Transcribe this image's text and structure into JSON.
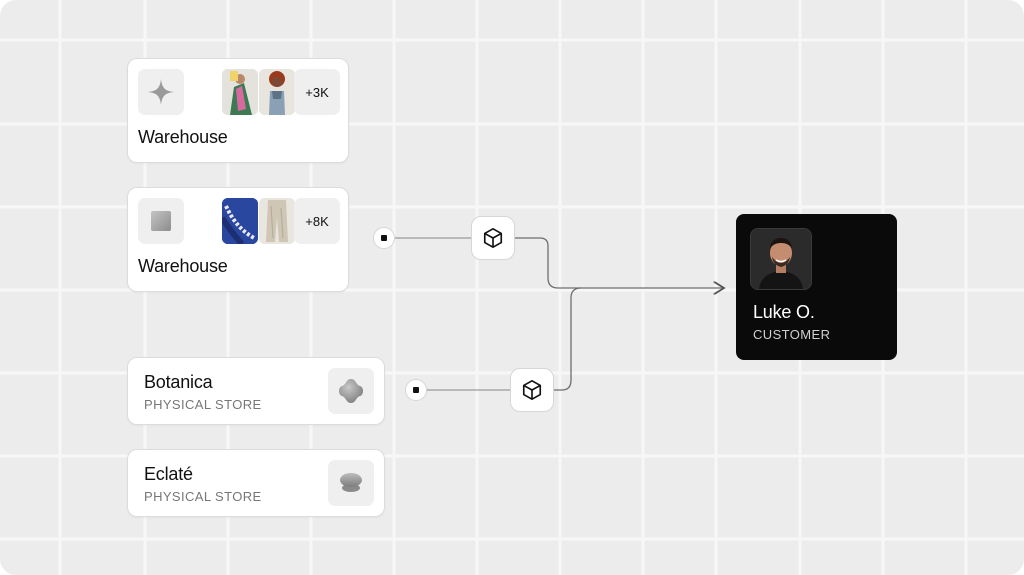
{
  "warehouses": [
    {
      "title": "Warehouse",
      "count": "+3K",
      "icon": "sparkle-icon"
    },
    {
      "title": "Warehouse",
      "count": "+8K",
      "icon": "square-icon"
    }
  ],
  "stores": [
    {
      "name": "Botanica",
      "subtitle": "PHYSICAL STORE",
      "icon": "blob-flower-icon"
    },
    {
      "name": "Eclaté",
      "subtitle": "PHYSICAL STORE",
      "icon": "stacked-disc-icon"
    }
  ],
  "connectors": [
    {
      "icon": "package-icon"
    },
    {
      "icon": "package-icon"
    }
  ],
  "customer": {
    "name": "Luke O.",
    "role": "CUSTOMER"
  },
  "colors": {
    "background": "#ececec",
    "card": "#ffffff",
    "customer_card": "#0a0a0a",
    "line": "#7a7a7a"
  }
}
